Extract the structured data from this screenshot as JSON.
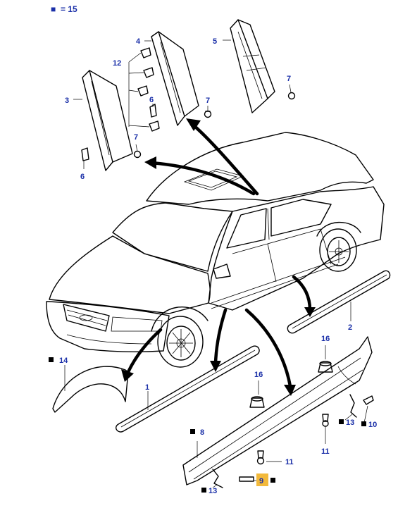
{
  "legend": {
    "marker": "■",
    "equals": "= 15"
  },
  "callouts": {
    "c1": "1",
    "c2": "2",
    "c3": "3",
    "c4": "4",
    "c5": "5",
    "c6a": "6",
    "c6b": "6",
    "c7a": "7",
    "c7b": "7",
    "c7c": "7",
    "c8": "8",
    "c9": "9",
    "c10": "10",
    "c11a": "11",
    "c11b": "11",
    "c12": "12",
    "c13a": "13",
    "c13b": "13",
    "c14": "14",
    "c16a": "16",
    "c16b": "16"
  },
  "colors": {
    "callout": "#1a2fa8",
    "highlight": "#f2b93b",
    "line": "#000000"
  }
}
